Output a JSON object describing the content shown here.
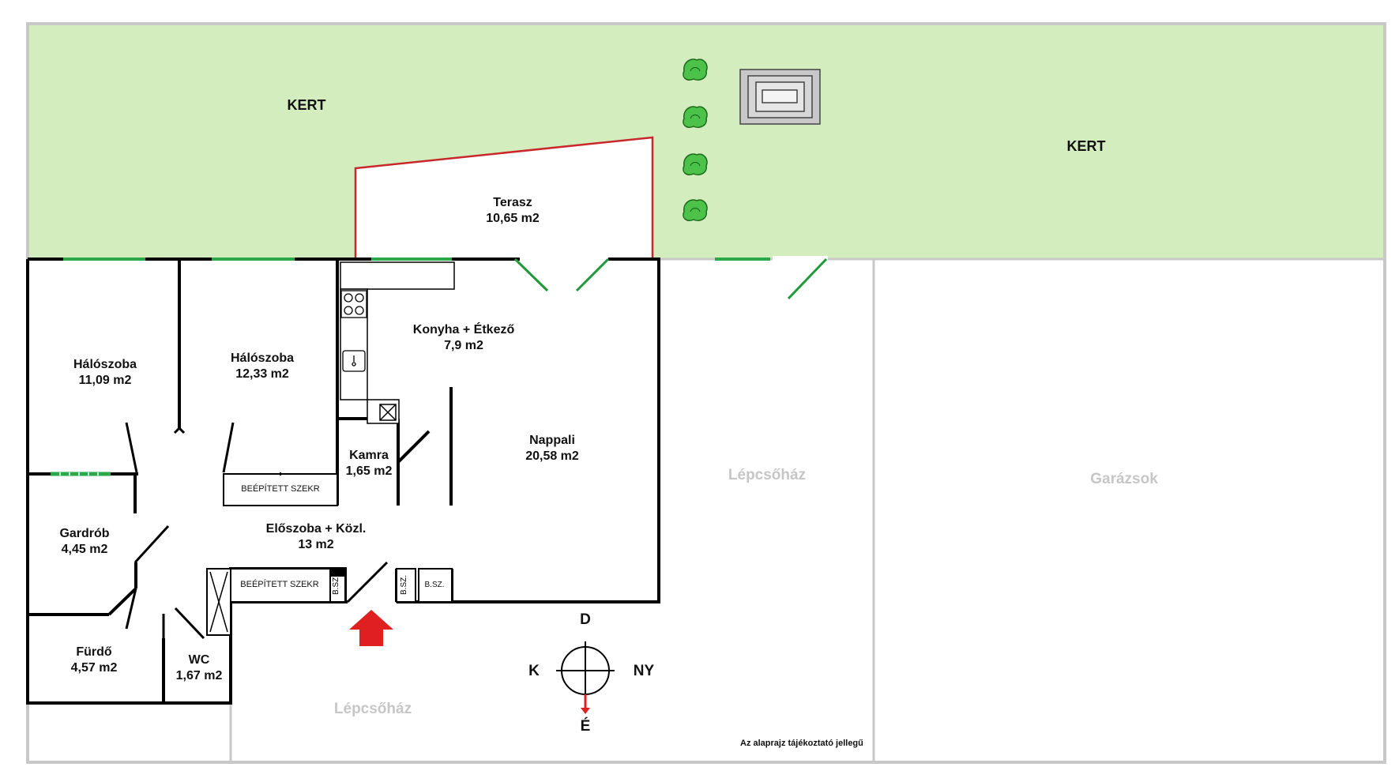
{
  "garden": {
    "left_label": "KERT",
    "right_label": "KERT"
  },
  "terrace": {
    "name": "Terasz",
    "area": "10,65 m2"
  },
  "rooms": {
    "bedroom1": {
      "name": "Hálószoba",
      "area": "11,09 m2"
    },
    "bedroom2": {
      "name": "Hálószoba",
      "area": "12,33 m2"
    },
    "kitchen": {
      "name": "Konyha + Étkező",
      "area": "7,9 m2"
    },
    "living": {
      "name": "Nappali",
      "area": "20,58 m2"
    },
    "pantry": {
      "name": "Kamra",
      "area": "1,65 m2"
    },
    "wardrobe": {
      "name": "Gardrób",
      "area": "4,45 m2"
    },
    "hall": {
      "name": "Előszoba + Közl.",
      "area": "13 m2"
    },
    "bathroom": {
      "name": "Fürdő",
      "area": "4,57 m2"
    },
    "wc": {
      "name": "WC",
      "area": "1,67 m2"
    }
  },
  "builtin": {
    "closet1": "BEÉPÍTETT SZEKR",
    "closet2": "BEÉPÍTETT SZEKR",
    "bsz1": "B.SZ.",
    "bsz2": "B.SZ.",
    "bsz3": "B.SZ."
  },
  "neighbours": {
    "stairwell_right": "Lépcsőház",
    "garages": "Garázsok",
    "stairwell_bottom": "Lépcsőház"
  },
  "compass": {
    "north": "É",
    "south": "D",
    "east": "K",
    "west": "NY"
  },
  "disclaimer": "Az alaprajz tájékoztató jellegű",
  "colors": {
    "garden": "#d4edbe",
    "window": "#2aa84a",
    "terrace_outline": "#c8282c",
    "entrance_arrow": "#e02020",
    "walls": "#000000",
    "boundary": "#c8c8c8"
  }
}
